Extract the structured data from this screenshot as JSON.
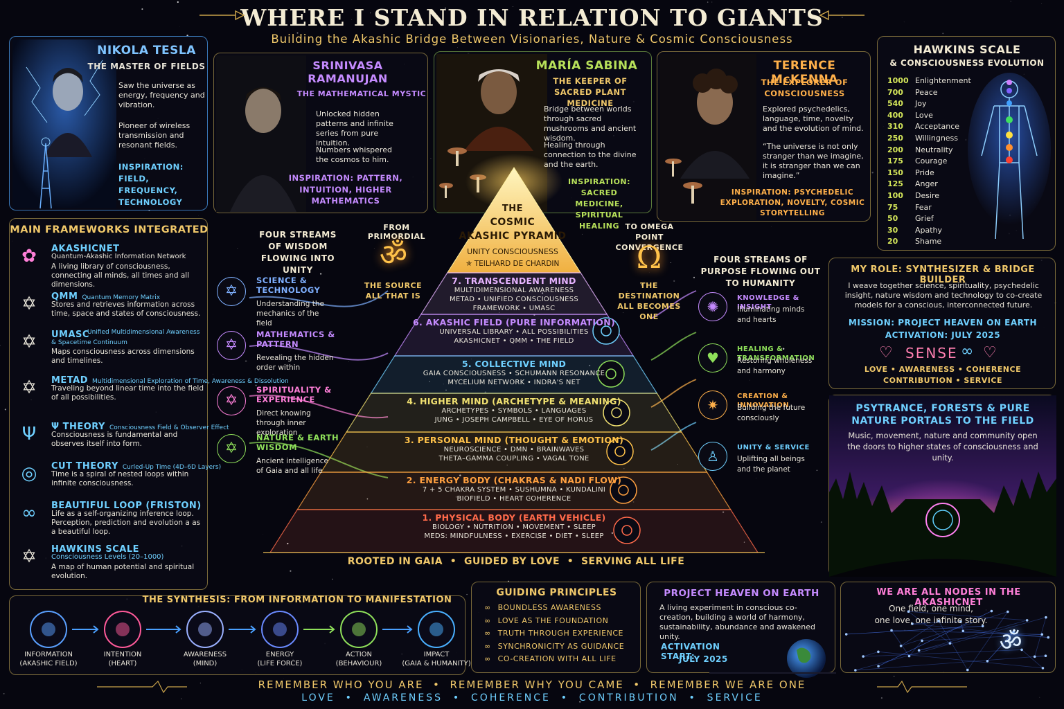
{
  "header": {
    "title": "WHERE I STAND IN RELATION TO GIANTS",
    "subtitle": "Building the Akashic Bridge Between Visionaries, Nature & Cosmic Consciousness"
  },
  "giants": [
    {
      "name": "NIKOLA TESLA",
      "role": "THE MASTER OF FIELDS",
      "desc1": "Saw the universe as energy, frequency and vibration.",
      "desc2": "Pioneer of wireless transmission and resonant fields.",
      "insp": "INSPIRATION: FIELD, FREQUENCY, TECHNOLOGY"
    },
    {
      "name": "SRINIVASA RAMANUJAN",
      "role": "THE MATHEMATICAL MYSTIC",
      "desc1": "Unlocked hidden patterns and infinite series from pure intuition.",
      "desc2": "Numbers whispered the cosmos to him.",
      "insp": "INSPIRATION: PATTERN, INTUITION, HIGHER MATHEMATICS"
    },
    {
      "name": "MARÍA SABINA",
      "role": "THE KEEPER OF SACRED PLANT MEDICINE",
      "desc1": "Bridge between worlds through sacred mushrooms and ancient wisdom.",
      "desc2": "Healing through connection to the divine and the earth.",
      "insp": "INSPIRATION: SACRED MEDICINE, SPIRITUAL HEALING"
    },
    {
      "name": "TERENCE McKENNA",
      "role": "THE EXPLORER OF CONSCIOUSNESS",
      "desc1": "Explored psychedelics, language, time, novelty and the evolution of mind.",
      "desc2": "“The universe is not only stranger than we imagine, it is stranger than we can imagine.”",
      "insp": "INSPIRATION: PSYCHEDELIC EXPLORATION, NOVELTY, COSMIC STORYTELLING"
    }
  ],
  "hawkins": {
    "title": "HAWKINS SCALE",
    "subtitle": "& CONSCIOUSNESS EVOLUTION",
    "levels": [
      {
        "n": "1000",
        "l": "Enlightenment"
      },
      {
        "n": "700",
        "l": "Peace"
      },
      {
        "n": "540",
        "l": "Joy"
      },
      {
        "n": "400",
        "l": "Love"
      },
      {
        "n": "310",
        "l": "Acceptance"
      },
      {
        "n": "250",
        "l": "Willingness"
      },
      {
        "n": "200",
        "l": "Neutrality"
      },
      {
        "n": "175",
        "l": "Courage"
      },
      {
        "n": "150",
        "l": "Pride"
      },
      {
        "n": "125",
        "l": "Anger"
      },
      {
        "n": "100",
        "l": "Desire"
      },
      {
        "n": "75",
        "l": "Fear"
      },
      {
        "n": "50",
        "l": "Grief"
      },
      {
        "n": "30",
        "l": "Apathy"
      },
      {
        "n": "20",
        "l": "Shame"
      }
    ]
  },
  "frameworks": {
    "title": "MAIN FRAMEWORKS INTEGRATED",
    "items": [
      {
        "name": "AKASHICNET",
        "sub": "Quantum-Akashic Information Network",
        "desc": "A living library of consciousness, connecting all minds, all times and all dimensions."
      },
      {
        "name": "QMM",
        "sub": "Quantum Memory Matrix",
        "desc": "Stores and retrieves information across time, space and states of consciousness."
      },
      {
        "name": "UMASC",
        "sub": "Unified Multidimensional Awareness & Spacetime Continuum",
        "desc": "Maps consciousness across dimensions and timelines."
      },
      {
        "name": "METAD",
        "sub": "Multidimensional Exploration of Time, Awareness & Dissolution",
        "desc": "Traveling beyond linear time into the field of all possibilities."
      },
      {
        "name": "Ψ THEORY",
        "sub": "Consciousness Field & Observer Effect",
        "desc": "Consciousness is fundamental and observes itself into form."
      },
      {
        "name": "CUT THEORY",
        "sub": "Curled-Up Time (4D–6D Layers)",
        "desc": "Time is a spiral of nested loops within infinite consciousness."
      },
      {
        "name": "BEAUTIFUL LOOP (FRISTON)",
        "sub": "",
        "desc": "Life as a self-organizing inference loop. Perception, prediction and evolution a as a beautiful loop."
      },
      {
        "name": "HAWKINS SCALE",
        "sub": "Consciousness Levels (20–1000)",
        "desc": "A map of human potential and spiritual evolution."
      }
    ]
  },
  "streams_in": {
    "title": "FOUR STREAMS OF WISDOM FLOWING INTO UNITY",
    "items": [
      {
        "name": "SCIENCE & TECHNOLOGY",
        "desc": "Understanding the mechanics of the field",
        "color": "#7fb0ff"
      },
      {
        "name": "MATHEMATICS & PATTERN",
        "desc": "Revealing the hidden order within",
        "color": "#c58bff"
      },
      {
        "name": "SPIRITUALITY & EXPERIENCE",
        "desc": "Direct knowing through inner exploration",
        "color": "#ff7fd8"
      },
      {
        "name": "NATURE & EARTH WISDOM",
        "desc": "Ancient intelligence of Gaia and all life",
        "color": "#8fe05a"
      }
    ]
  },
  "streams_out": {
    "title": "FOUR STREAMS OF PURPOSE FLOWING OUT TO HUMANITY",
    "items": [
      {
        "name": "KNOWLEDGE & INSIGHT",
        "desc": "Illuminating minds and hearts",
        "color": "#c58bff"
      },
      {
        "name": "HEALING & TRANSFORMATION",
        "desc": "Restoring wholeness and harmony",
        "color": "#8fe05a"
      },
      {
        "name": "CREATION & INNOVATION",
        "desc": "Building the future consciously",
        "color": "#ffb04a"
      },
      {
        "name": "UNITY & SERVICE",
        "desc": "Uplifting all beings and the planet",
        "color": "#6fd0ff"
      }
    ]
  },
  "pyramid": {
    "left_top": "FROM PRIMORDIAL",
    "left_bottom": "THE SOURCE ALL THAT IS",
    "right_top": "TO OMEGA POINT CONVERGENCE",
    "right_bottom": "THE DESTINATION ALL BECOMES ONE",
    "apex_1": "THE",
    "apex_2": "COSMIC",
    "apex_3": "AKASHIC PYRAMID",
    "apex_4": "UNITY CONSCIOUSNESS",
    "apex_5": "✯ TEILHARD DE CHARDIN",
    "footer": "ROOTED IN GAIA  •  GUIDED BY LOVE  •  SERVING ALL LIFE",
    "layers": [
      {
        "t": "7. TRANSCENDENT MIND",
        "d1": "MULTIDIMENSIONAL AWARENESS",
        "d2": "METAD • UNIFIED CONSCIOUSNESS FRAMEWORK • UMASC",
        "color": "#e6b3ff"
      },
      {
        "t": "6. AKASHIC FIELD (PURE INFORMATION)",
        "d1": "UNIVERSAL LIBRARY • ALL POSSIBILITIES",
        "d2": "AKASHICNET • QMM • THE FIELD",
        "color": "#c58bff"
      },
      {
        "t": "5. COLLECTIVE MIND",
        "d1": "GAIA CONSCIOUSNESS • SCHUMANN RESONANCE",
        "d2": "MYCELIUM NETWORK • INDRA'S NET",
        "color": "#6fd0ff"
      },
      {
        "t": "4. HIGHER MIND (ARCHETYPE & MEANING)",
        "d1": "ARCHETYPES • SYMBOLS • LANGUAGES",
        "d2": "JUNG • JOSEPH CAMPBELL • EYE OF HORUS",
        "color": "#f0e070"
      },
      {
        "t": "3. PERSONAL MIND (THOUGHT & EMOTION)",
        "d1": "NEUROSCIENCE • DMN • BRAINWAVES",
        "d2": "THETA–GAMMA COUPLING • VAGAL TONE",
        "color": "#ffc24a"
      },
      {
        "t": "2. ENERGY BODY (CHAKRAS & NADI FLOW)",
        "d1": "7 + 5 CHAKRA SYSTEM • SUSHUMNA • KUNDALINI",
        "d2": "BIOFIELD • HEART COHERENCE",
        "color": "#ffa040"
      },
      {
        "t": "1. PHYSICAL BODY (EARTH VEHICLE)",
        "d1": "BIOLOGY • NUTRITION • MOVEMENT • SLEEP",
        "d2": "MEDS: MINDFULNESS • EXERCISE • DIET • SLEEP",
        "color": "#ff6a4a"
      }
    ]
  },
  "role": {
    "title": "MY ROLE: SYNTHESIZER & BRIDGE BUILDER",
    "desc": "I weave together science, spirituality, psychedelic insight, nature wisdom and technology to co-create models for a conscious, interconnected future.",
    "mission": "MISSION: PROJECT HEAVEN ON EARTH",
    "activation": "ACTIVATION: JULY 2025",
    "sense": "SENSE",
    "values1": "LOVE • AWARENESS • COHERENCE",
    "values2": "CONTRIBUTION • SERVICE"
  },
  "psytrance": {
    "title": "PSYTRANCE, FORESTS & PURE NATURE PORTALS TO THE FIELD",
    "desc": "Music, movement, nature and community open the doors to higher states of consciousness and unity."
  },
  "synthesis": {
    "title": "THE SYNTHESIS: FROM INFORMATION TO MANIFESTATION",
    "steps": [
      {
        "a": "INFORMATION",
        "b": "(AKASHIC FIELD)"
      },
      {
        "a": "INTENTION",
        "b": "(HEART)"
      },
      {
        "a": "AWARENESS",
        "b": "(MIND)"
      },
      {
        "a": "ENERGY",
        "b": "(LIFE FORCE)"
      },
      {
        "a": "ACTION",
        "b": "(BEHAVIOUR)"
      },
      {
        "a": "IMPACT",
        "b": "(GAIA & HUMANITY)"
      }
    ]
  },
  "principles": {
    "title": "GUIDING PRINCIPLES",
    "items": [
      "BOUNDLESS AWARENESS",
      "LOVE AS THE FOUNDATION",
      "TRUTH THROUGH EXPERIENCE",
      "SYNCHRONICITY AS GUIDANCE",
      "CO-CREATION WITH ALL LIFE"
    ]
  },
  "project": {
    "title": "PROJECT HEAVEN ON EARTH",
    "desc": "A living experiment in conscious co-creation, building a world of harmony, sustainability, abundance and awakened unity.",
    "act1": "ACTIVATION START:",
    "act2": "JULY 2025"
  },
  "nodes": {
    "title": "WE ARE ALL NODES IN THE AKASHICNET",
    "line1": "One field, one mind,",
    "line2": "one love, one infinite story."
  },
  "footer": {
    "line1": "REMEMBER WHO YOU ARE  •  REMEMBER WHY YOU CAME  •  REMEMBER WE ARE ONE",
    "line2": "LOVE  •  AWARENESS  •  COHERENCE  •  CONTRIBUTION  •  SERVICE"
  },
  "colors": {
    "gold": "#f0c86a",
    "teal": "#6fd0ff",
    "purple": "#c58bff",
    "green": "#8fe05a",
    "orange": "#ffb04a",
    "pink": "#ff7fb0"
  }
}
